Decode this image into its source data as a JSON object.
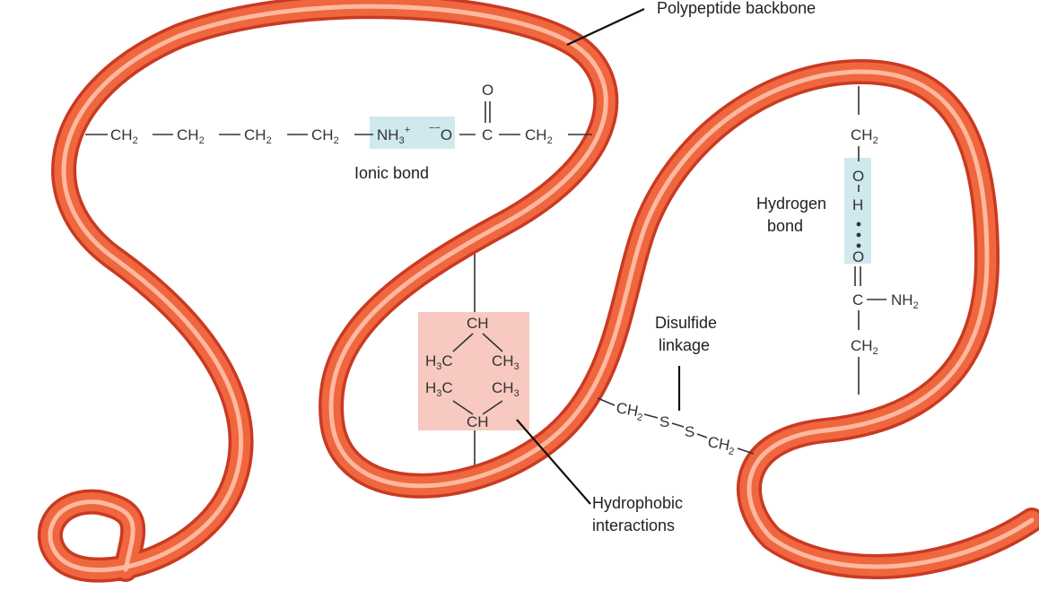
{
  "labels": {
    "backbone": "Polypeptide backbone",
    "ionic": "Ionic bond",
    "hydrogen_line1": "Hydrogen",
    "hydrogen_line2": "bond",
    "disulfide_line1": "Disulfide",
    "disulfide_line2": "linkage",
    "hydrophobic_line1": "Hydrophobic",
    "hydrophobic_line2": "interactions"
  },
  "ionic_chain": {
    "ch2": "CH",
    "sub2": "2",
    "nh3": "NH",
    "sub3": "3",
    "plus": "+",
    "minus": "−",
    "oxygen": "O",
    "carbon": "C"
  },
  "hydrogen_chain": {
    "ch2": "CH",
    "sub2": "2",
    "o": "O",
    "h": "H",
    "c": "C",
    "nh2": "NH",
    "sub_nh": "2"
  },
  "hydrophobic_group": {
    "ch": "CH",
    "h3c": "H",
    "sub3": "3",
    "c": "C",
    "ch3": "CH"
  },
  "disulfide": {
    "ch2": "CH",
    "sub2": "2",
    "s": "S"
  },
  "colors": {
    "rope": "#f0663f",
    "rope_edge": "#c93a22",
    "highlight_ionic": "#cfe9ee",
    "highlight_hydrophobic": "#f7c9c0",
    "highlight_hydrogen": "#cfe9ee"
  }
}
